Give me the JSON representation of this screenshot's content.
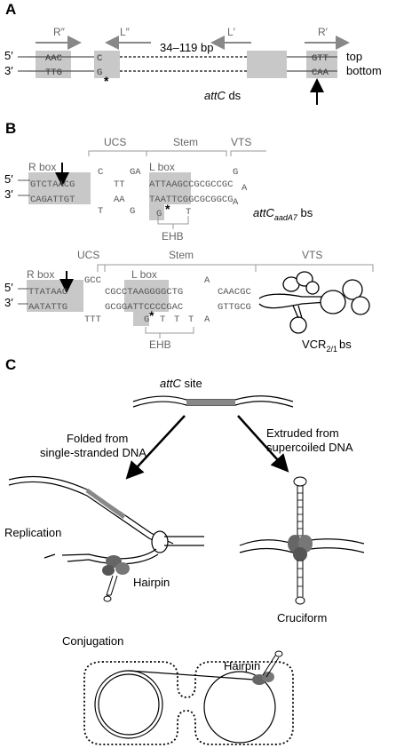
{
  "panel_a": {
    "label": "A",
    "r_double_prime": "R″",
    "l_double_prime": "L″",
    "l_prime": "L′",
    "r_prime": "R′",
    "five_prime": "5′",
    "three_prime": "3′",
    "top_seq_left": "AAC",
    "bottom_seq_left": "TTG",
    "top_seq_mid": "C",
    "bottom_seq_mid": "G",
    "top_seq_right": "GTT",
    "bottom_seq_right": "CAA",
    "spacer_length": "34–119 bp",
    "top_label": "top",
    "bottom_label": "bottom",
    "caption_main": "attC",
    "caption_rest": " ds"
  },
  "panel_b": {
    "label": "B",
    "aada7": {
      "ucs": "UCS",
      "stem": "Stem",
      "vts": "VTS",
      "r_box": "R box",
      "l_box": "L box",
      "ehb": "EHB",
      "top_r": "GTCTAACG",
      "bottom_r": "CAGATTGT",
      "top_loop1": "C",
      "top_loop2": "TT",
      "top_loop3": "GA",
      "bottom_loop1": "T",
      "bottom_loop2": "AA",
      "bottom_loop3": "G",
      "top_stem": "ATTAAGCCGCGCCGC",
      "bottom_stem": "TAATTCGGCGCGGCG",
      "bulge_g": "G",
      "bulge_t": "T",
      "vts_g": "G",
      "vts_a1": "A",
      "vts_a2": "A",
      "name_main": "attC",
      "name_sub": "aadA7",
      "name_suffix": " bs"
    },
    "vcr": {
      "ucs": "UCS",
      "stem": "Stem",
      "vts": "VTS",
      "r_box": "R box",
      "l_box": "L box",
      "ehb": "EHB",
      "top_r": "TTATAAC",
      "bottom_r": "AATATTG",
      "top_ucs": "GCC",
      "bottom_ucs": "TTT",
      "top_stem": "CGCCTAAGGGGCTG",
      "bottom_stem": "GCGGATTCCCCGAC",
      "bulge_g": "G",
      "bulge_t1": "T",
      "bulge_t2": "T",
      "bulge_t3": "T",
      "loop_a_top": "A",
      "loop_a_bottom": "A",
      "top_end": "CAACGC",
      "bottom_end": "GTTGCG",
      "name_main": "VCR",
      "name_sub": "2/1",
      "name_suffix": "bs"
    }
  },
  "panel_c": {
    "label": "C",
    "site_main": "attC",
    "site_rest": " site",
    "folded_line1": "Folded from",
    "folded_line2": "single-stranded DNA",
    "extruded_line1": "Extruded from",
    "extruded_line2": "supercoiled DNA",
    "replication": "Replication",
    "hairpin": "Hairpin",
    "cruciform": "Cruciform",
    "conjugation": "Conjugation",
    "hairpin2": "Hairpin"
  }
}
